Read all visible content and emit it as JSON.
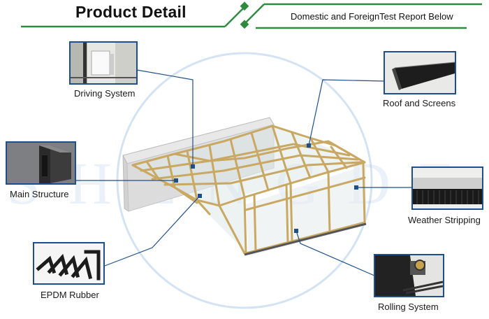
{
  "header": {
    "title": "Product Detail",
    "subtitle": "Domestic and ForeignTest Report Below"
  },
  "watermark": "SHENGDE",
  "labels": {
    "driving_system": "Driving System",
    "roof_and_screens": "Roof and Screens",
    "main_structure": "Main Structure",
    "weather_stripping": "Weather Stripping",
    "epdm_rubber": "EPDM Rubber",
    "rolling_system": "Rolling System"
  },
  "colors": {
    "accent_green": "#2e8b3d",
    "callout_blue": "#1f4f8a",
    "frame_gold": "#c9a862",
    "circle": "#cfe0f0"
  }
}
